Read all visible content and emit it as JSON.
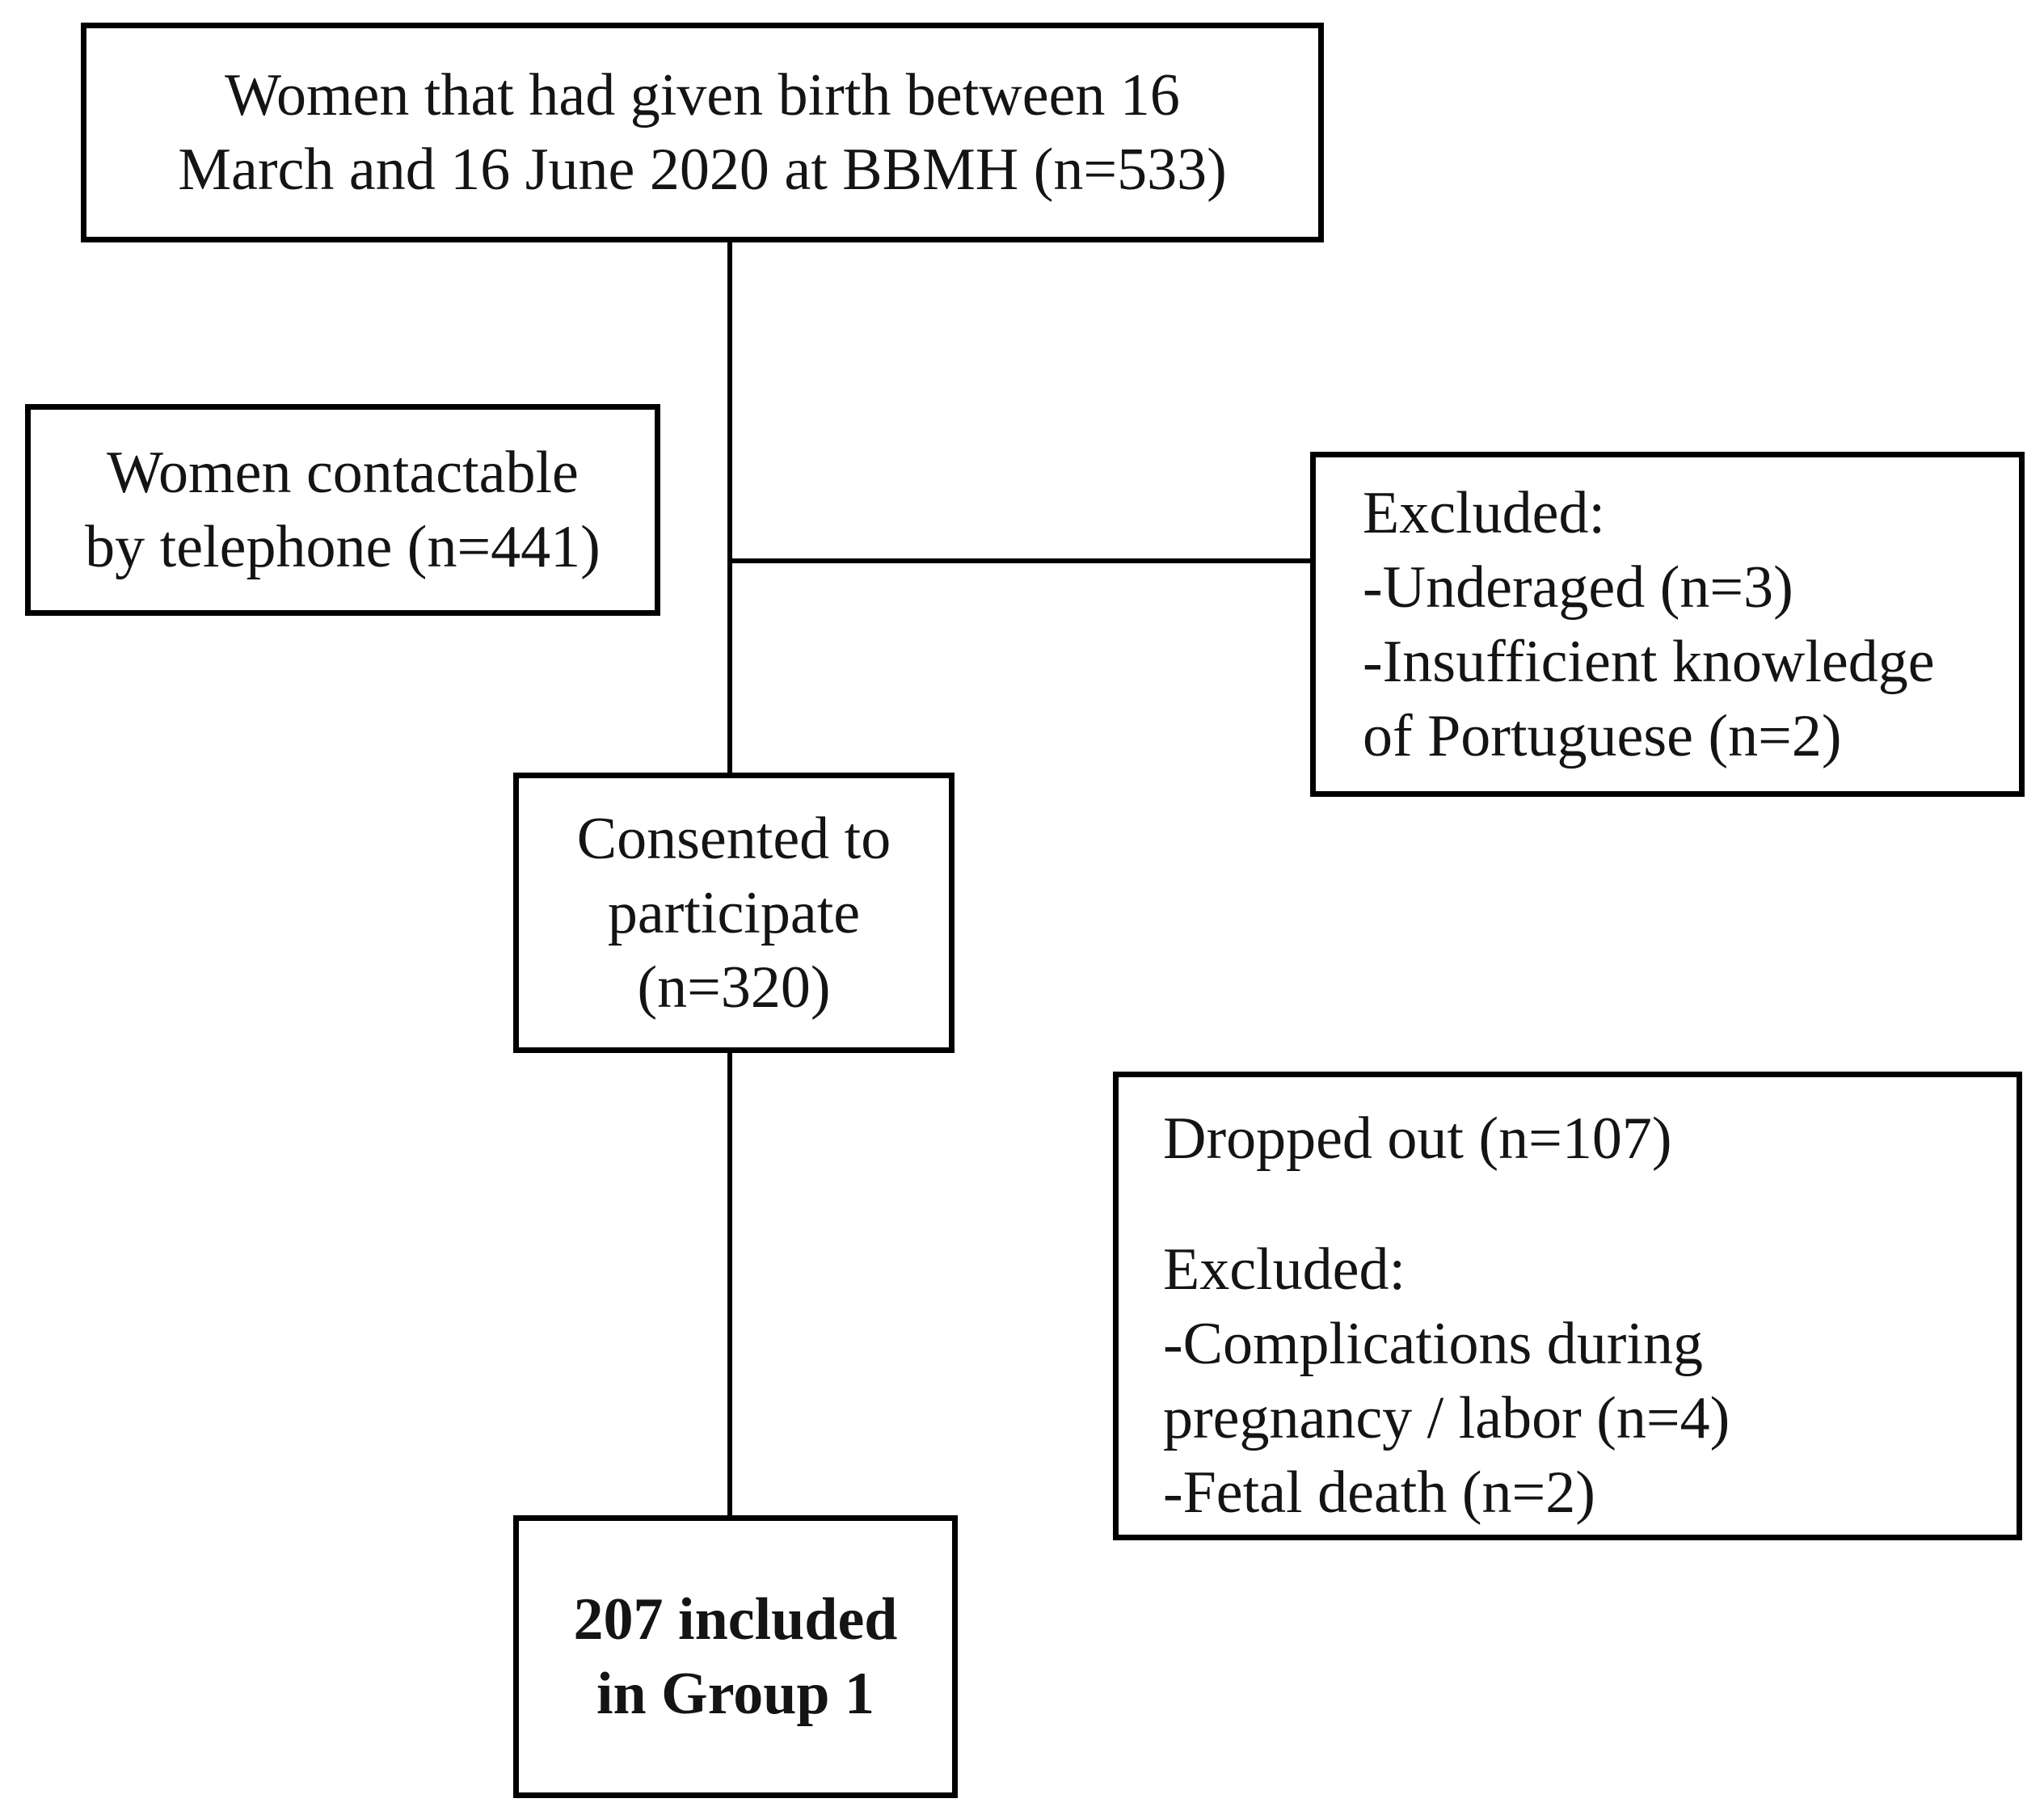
{
  "colors": {
    "line": "#000000",
    "background": "#ffffff",
    "text": "#141414"
  },
  "boxes": {
    "source": {
      "lines": [
        "Women that had given birth between 16",
        "March and 16 June 2020 at BBMH (n=533)"
      ]
    },
    "contactable": {
      "lines": [
        "Women contactable",
        "by telephone (n=441)"
      ]
    },
    "excluded_first": {
      "lines": [
        "Excluded:",
        "-Underaged (n=3)",
        "-Insufficient knowledge",
        "of Portuguese (n=2)"
      ]
    },
    "consented": {
      "lines": [
        "Consented to",
        "participate",
        "(n=320)"
      ]
    },
    "dropped": {
      "headline": "Dropped out (n=107)",
      "lines": [
        "Excluded:",
        "-Complications during",
        "pregnancy / labor (n=4)",
        "-Fetal death (n=2)"
      ]
    },
    "included": {
      "lines": [
        "207 included",
        "in Group 1"
      ]
    }
  }
}
